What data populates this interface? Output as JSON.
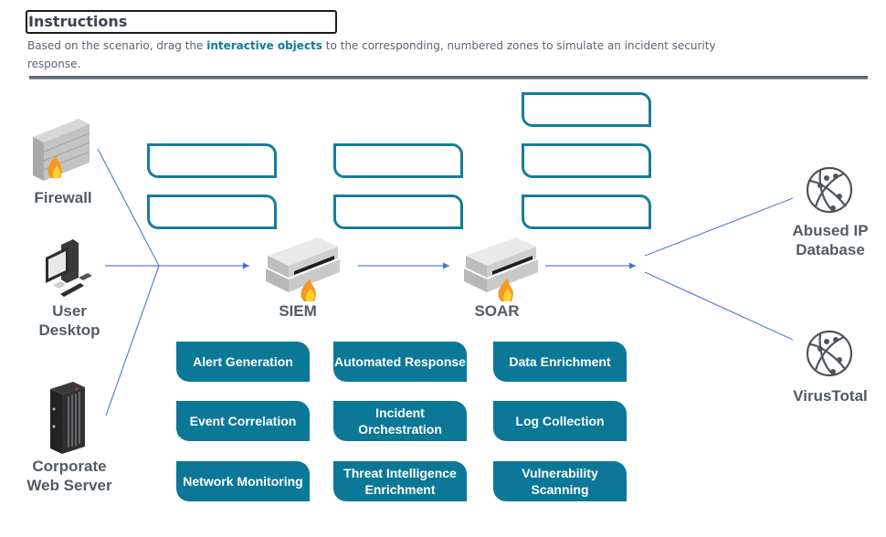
{
  "instructions": {
    "title": "Instructions",
    "text_before": "Based on the scenario, drag the ",
    "text_highlight": "interactive objects",
    "text_after": " to the corresponding, numbered zones to simulate an incident security response."
  },
  "nodes": {
    "firewall": "Firewall",
    "user_desktop_line1": "User",
    "user_desktop_line2": "Desktop",
    "web_server_line1": "Corporate",
    "web_server_line2": "Web Server",
    "siem": "SIEM",
    "soar": "SOAR",
    "abused_ip_line1": "Abused IP",
    "abused_ip_line2": "Database",
    "virustotal": "VirusTotal"
  },
  "drop_zones": {
    "siem_zones": 2,
    "middle_zones": 2,
    "soar_zones": 3
  },
  "draggable_objects": [
    "Alert Generation",
    "Automated Response",
    "Data Enrichment",
    "Event Correlation",
    "Incident Orchestration",
    "Log Collection",
    "Network Monitoring",
    "Threat Intelligence Enrichment",
    "Vulnerability Scanning"
  ],
  "colors": {
    "accent": "#0b7898",
    "zone_border": "#157d9c",
    "connector": "#5a7fd6",
    "label": "#525b63"
  }
}
